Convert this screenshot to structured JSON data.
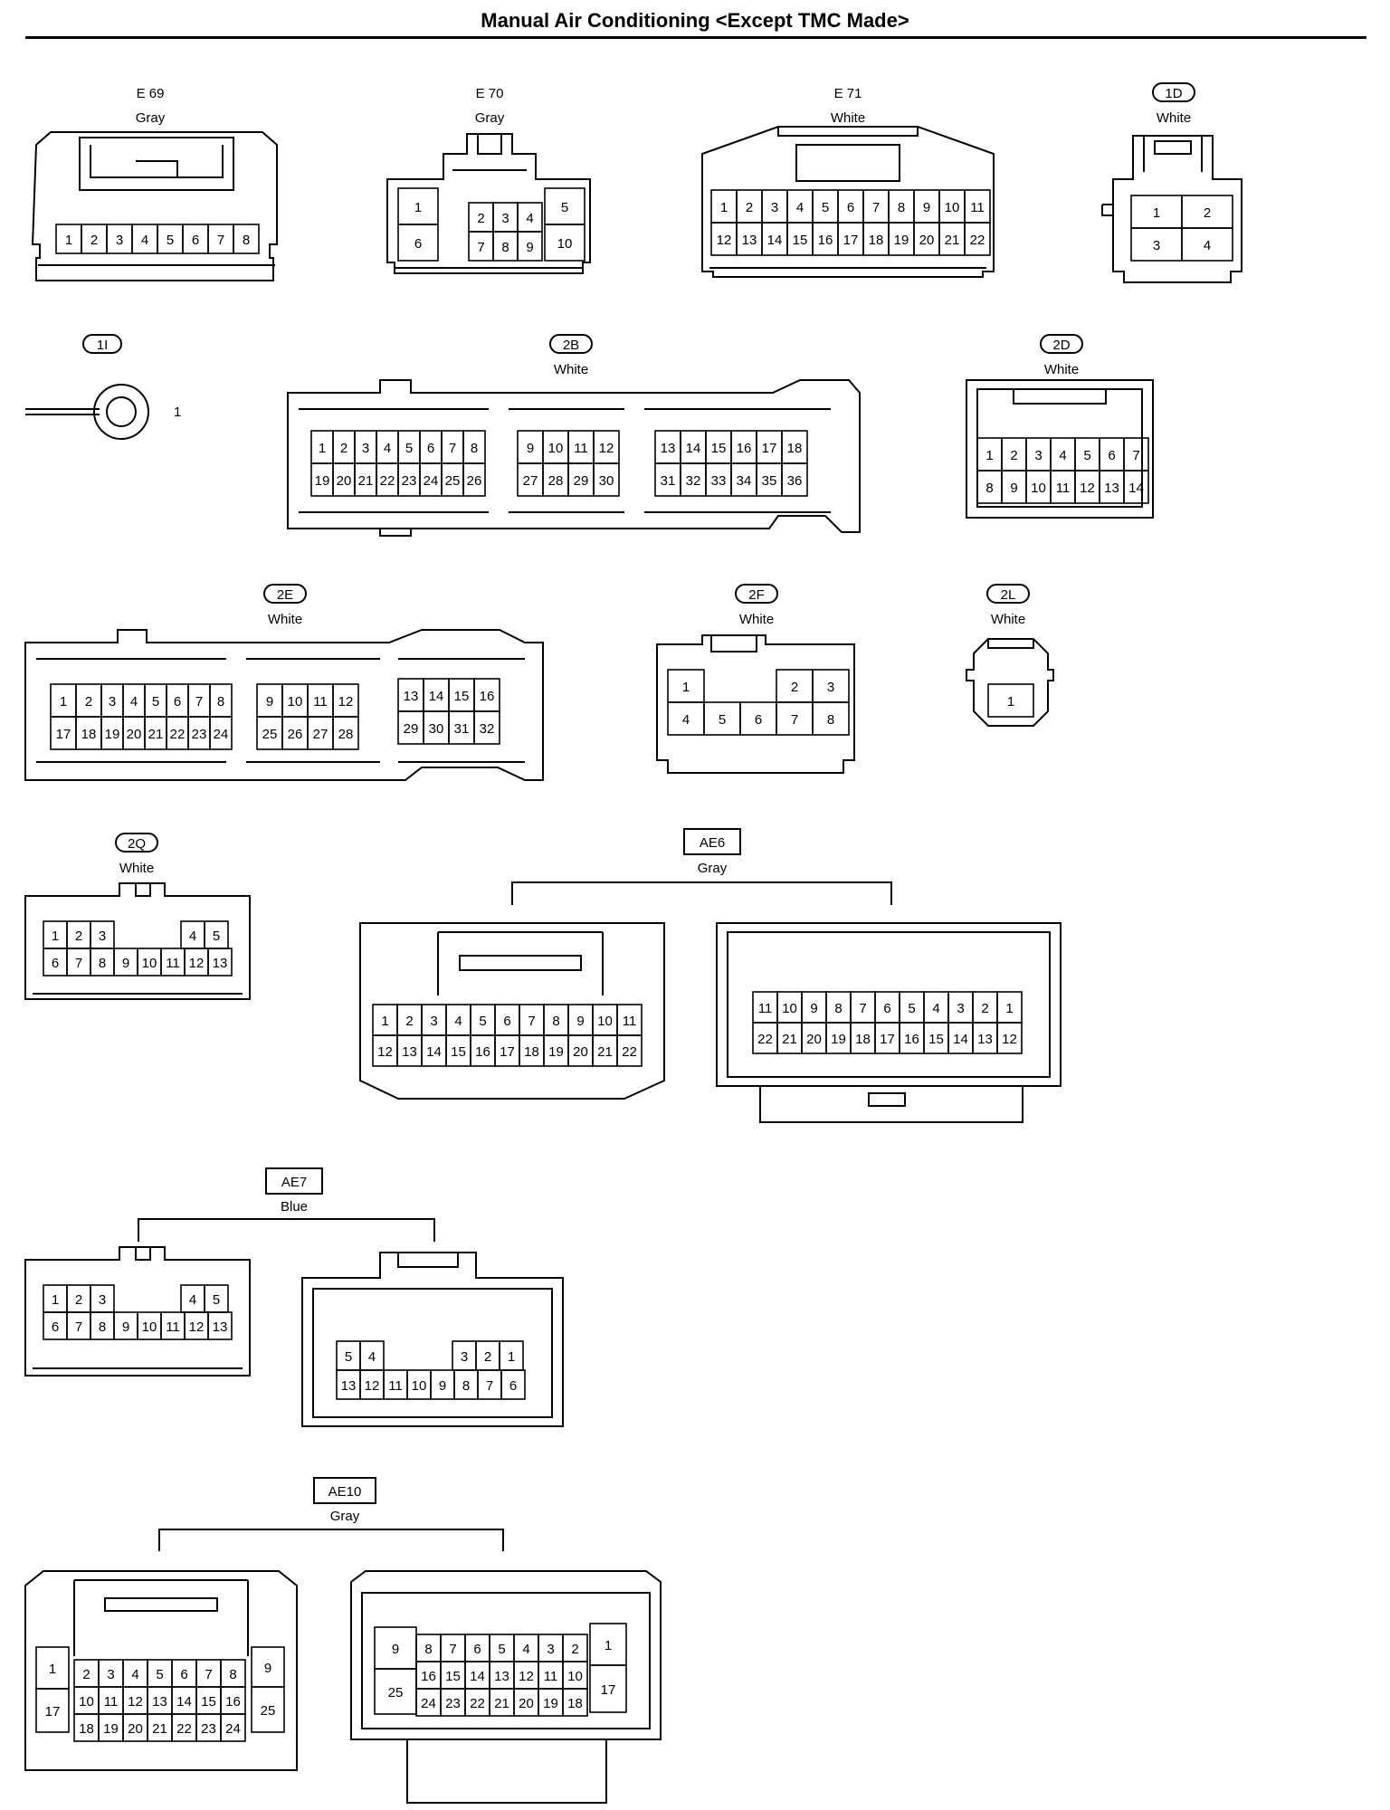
{
  "title": "Manual Air Conditioning <Except TMC Made>",
  "connectors": [
    {
      "id": "E 69",
      "style": "plain",
      "color": "Gray"
    },
    {
      "id": "E 70",
      "style": "plain",
      "color": "Gray"
    },
    {
      "id": "E 71",
      "style": "plain",
      "color": "White"
    },
    {
      "id": "1D",
      "style": "pill",
      "color": "White"
    },
    {
      "id": "1I",
      "style": "pill",
      "color": "",
      "terminal_pin": "1"
    },
    {
      "id": "2B",
      "style": "pill",
      "color": "White"
    },
    {
      "id": "2D",
      "style": "pill",
      "color": "White"
    },
    {
      "id": "2E",
      "style": "pill",
      "color": "White"
    },
    {
      "id": "2F",
      "style": "pill",
      "color": "White"
    },
    {
      "id": "2L",
      "style": "pill",
      "color": "White"
    },
    {
      "id": "2Q",
      "style": "pill",
      "color": "White"
    },
    {
      "id": "AE6",
      "style": "box",
      "color": "Gray"
    },
    {
      "id": "AE7",
      "style": "box",
      "color": "Blue"
    },
    {
      "id": "AE10",
      "style": "box",
      "color": "Gray"
    }
  ]
}
